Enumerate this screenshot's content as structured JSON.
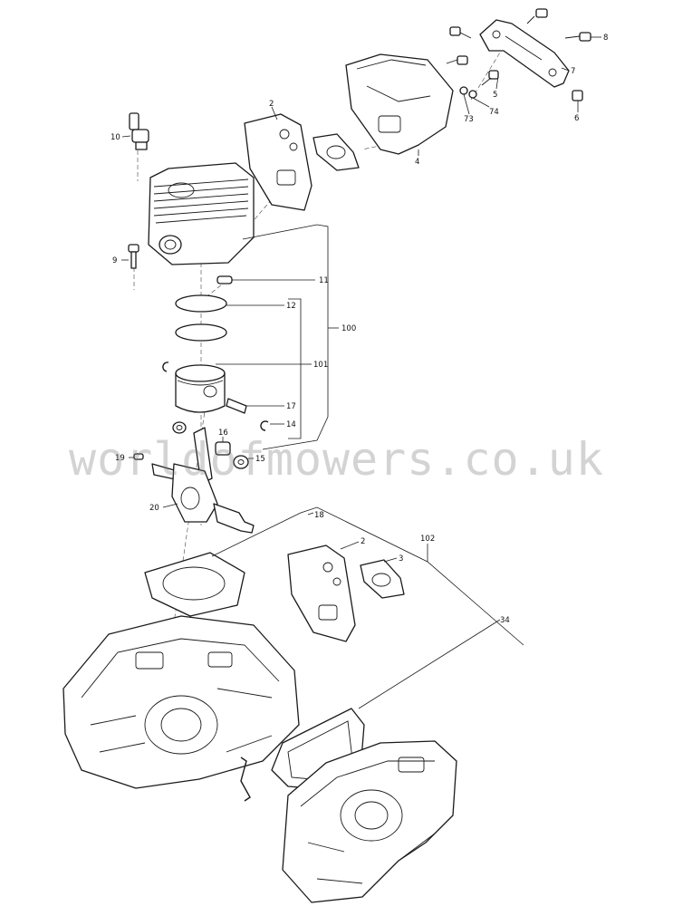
{
  "watermark": "worldofmowers.co.uk",
  "callouts": [
    {
      "id": "c8",
      "text": "8"
    },
    {
      "id": "c7",
      "text": "7"
    },
    {
      "id": "c5",
      "text": "5"
    },
    {
      "id": "c73",
      "text": "73"
    },
    {
      "id": "c74",
      "text": "74"
    },
    {
      "id": "c6",
      "text": "6"
    },
    {
      "id": "c2a",
      "text": "2"
    },
    {
      "id": "c4",
      "text": "4"
    },
    {
      "id": "c10",
      "text": "10"
    },
    {
      "id": "c9",
      "text": "9"
    },
    {
      "id": "c11",
      "text": "11"
    },
    {
      "id": "c12",
      "text": "12"
    },
    {
      "id": "c100",
      "text": "100"
    },
    {
      "id": "c101",
      "text": "101"
    },
    {
      "id": "c17",
      "text": "17"
    },
    {
      "id": "c14",
      "text": "14"
    },
    {
      "id": "c16",
      "text": "16"
    },
    {
      "id": "c15",
      "text": "15"
    },
    {
      "id": "c19",
      "text": "19"
    },
    {
      "id": "c20",
      "text": "20"
    },
    {
      "id": "c18",
      "text": "18"
    },
    {
      "id": "c2b",
      "text": "2"
    },
    {
      "id": "c3",
      "text": "3"
    },
    {
      "id": "c102",
      "text": "102"
    },
    {
      "id": "c34",
      "text": "34"
    }
  ]
}
